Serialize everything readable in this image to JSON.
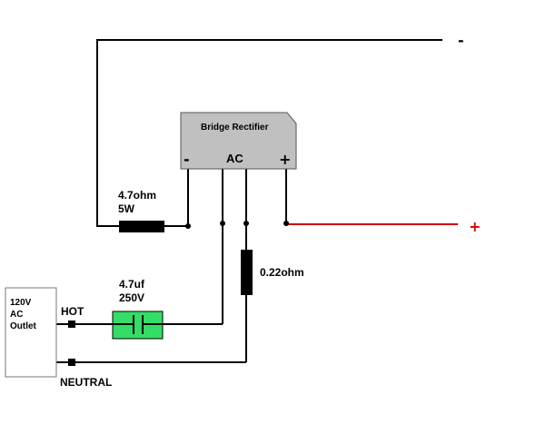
{
  "rectifier": {
    "title": "Bridge Rectifier",
    "minus": "-",
    "ac": "AC",
    "plus": "+"
  },
  "resistor_5w": {
    "value": "4.7ohm",
    "rating": "5W"
  },
  "capacitor": {
    "value": "4.7uf",
    "rating": "250V"
  },
  "resistor_small": {
    "value": "0.22ohm"
  },
  "outlet": {
    "line1": "120V",
    "line2": "AC",
    "line3": "Outlet"
  },
  "labels": {
    "hot": "HOT",
    "neutral": "NEUTRAL"
  },
  "outputs": {
    "negative": "-",
    "positive": "+"
  },
  "colors": {
    "wire": "#000000",
    "positive_wire": "#d00000",
    "capacitor_fill": "#33dd66",
    "rectifier_fill": "#c0c0c0"
  }
}
